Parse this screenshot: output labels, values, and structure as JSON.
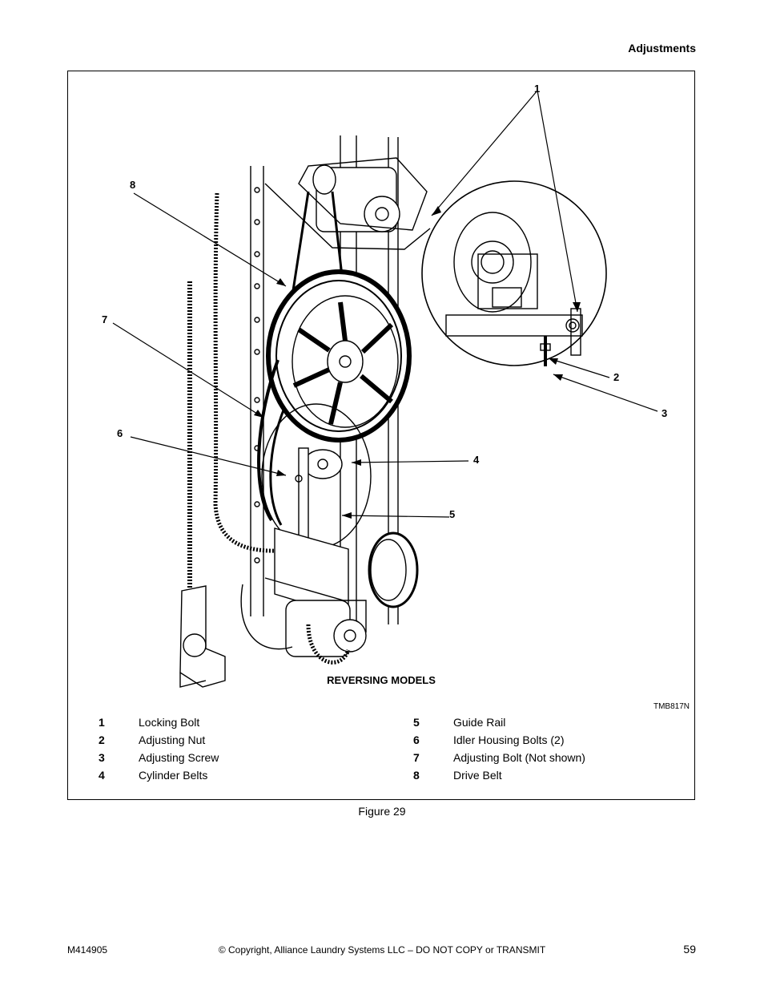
{
  "header": {
    "section": "Adjustments"
  },
  "figure": {
    "caption": "REVERSING MODELS",
    "code": "TMB817N",
    "number_label": "Figure 29",
    "callouts": [
      "1",
      "2",
      "3",
      "4",
      "5",
      "6",
      "7",
      "8"
    ],
    "legend": [
      {
        "num": "1",
        "label": "Locking Bolt"
      },
      {
        "num": "2",
        "label": "Adjusting Nut"
      },
      {
        "num": "3",
        "label": "Adjusting Screw"
      },
      {
        "num": "4",
        "label": "Cylinder Belts"
      },
      {
        "num": "5",
        "label": "Guide Rail"
      },
      {
        "num": "6",
        "label": "Idler Housing Bolts (2)"
      },
      {
        "num": "7",
        "label": "Adjusting Bolt (Not shown)"
      },
      {
        "num": "8",
        "label": "Drive Belt"
      }
    ]
  },
  "footer": {
    "doc_id": "M414905",
    "copyright": "© Copyright, Alliance Laundry Systems LLC – DO NOT COPY or TRANSMIT",
    "page_number": "59"
  }
}
